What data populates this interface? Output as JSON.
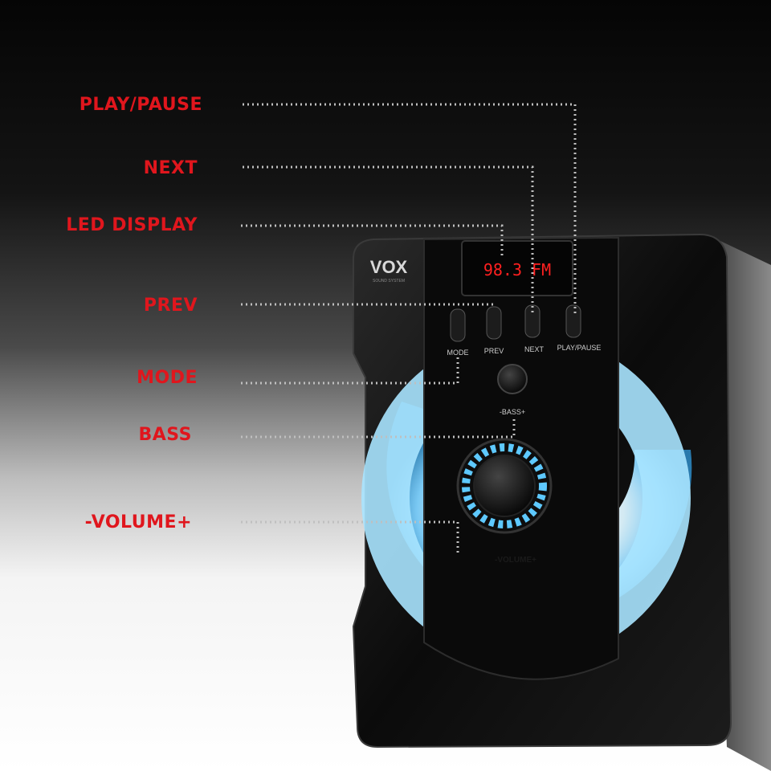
{
  "callouts": {
    "play_pause": "PLAY/PAUSE",
    "next": "NEXT",
    "led_display": "LED DISPLAY",
    "prev": "PREV",
    "mode": "MODE",
    "bass": "BASS",
    "volume": "-VOLUME+"
  },
  "speaker": {
    "brand": "VOX",
    "brand_tagline": "SOUND SYSTEM",
    "display_reading": "98.3 FM",
    "button_labels": {
      "mode": "MODE",
      "prev": "PREV",
      "next": "NEXT",
      "play_pause": "PLAY/PAUSE"
    },
    "bass_label": "-BASS+",
    "volume_label": "-VOLUME+"
  },
  "colors": {
    "callout_text": "#e0161d",
    "led_ring": "#8fdcff",
    "led_digits": "#ff2020",
    "leader_lines": "#bfbfbf"
  },
  "icons": [
    "volume-knob-icon",
    "bass-knob-icon"
  ]
}
